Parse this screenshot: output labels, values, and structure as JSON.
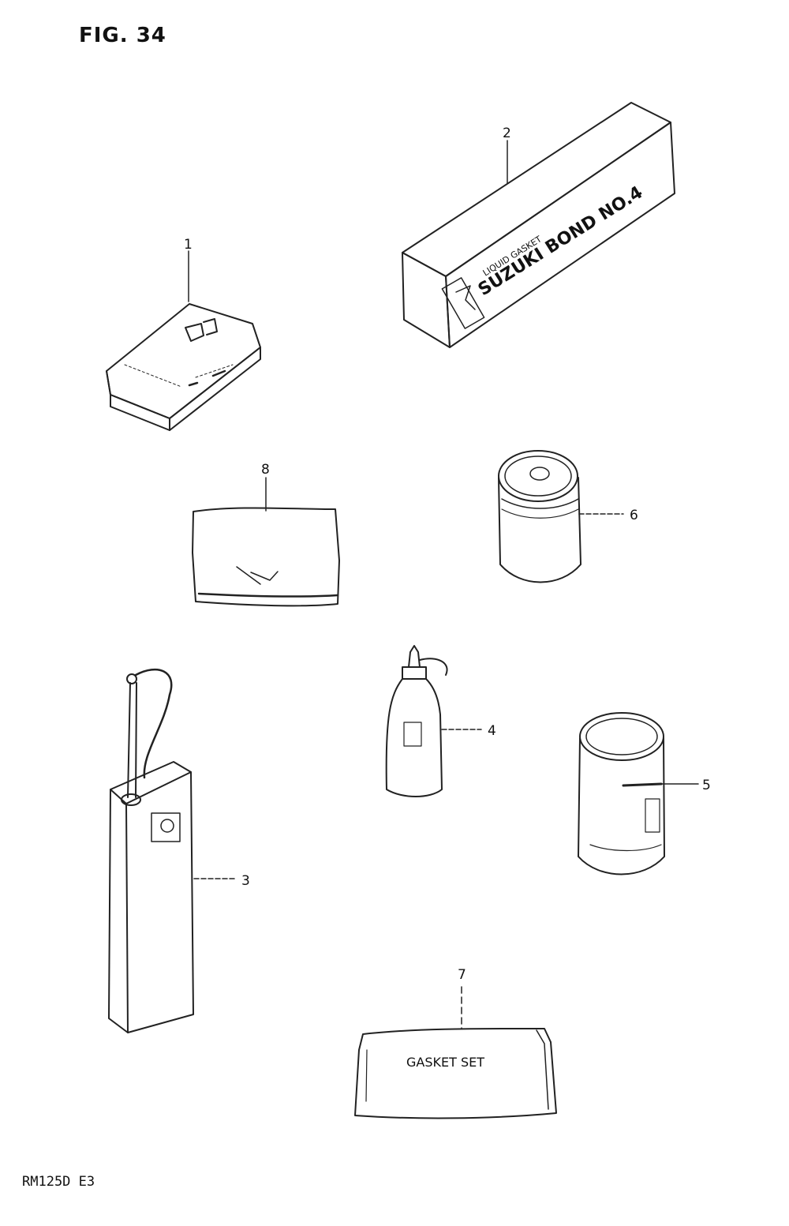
{
  "figure": {
    "title": "FIG. 34",
    "footer_code": "RM125D E3"
  },
  "parts": [
    {
      "id": "1",
      "callout": "1"
    },
    {
      "id": "2",
      "callout": "2",
      "label_top": "LIQUID GASKET",
      "label_main": "SUZUKI BOND NO.4"
    },
    {
      "id": "3",
      "callout": "3"
    },
    {
      "id": "4",
      "callout": "4"
    },
    {
      "id": "5",
      "callout": "5"
    },
    {
      "id": "6",
      "callout": "6"
    },
    {
      "id": "7",
      "callout": "7",
      "label": "GASKET SET"
    },
    {
      "id": "8",
      "callout": "8"
    }
  ]
}
